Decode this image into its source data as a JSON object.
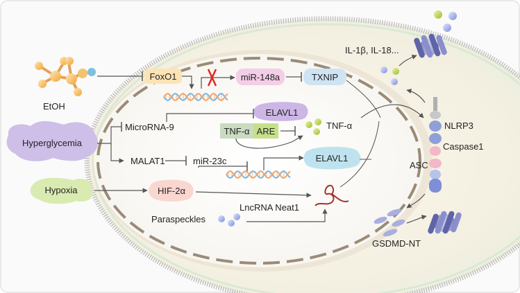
{
  "labels": {
    "etoh": "EtOH",
    "foxo1": "FoxO1",
    "mir148a": "miR-148a",
    "txnip": "TXNIP",
    "il": "IL-1β, IL-18...",
    "elavl1_top": "ELAVL1",
    "microrna9": "MicroRNA-9",
    "tnfa_gene": "TNF-α",
    "are": "ARE",
    "tnfa_protein": "TNF-α",
    "hyperglycemia": "Hyperglycemia",
    "malat1": "MALAT1",
    "mir23c": "miR-23c",
    "elavl1_bottom": "ELAVL1",
    "hypoxia": "Hypoxia",
    "hif2a": "HIF-2α",
    "lncrna": "LncRNA Neat1",
    "paraspeckles": "Paraspeckles",
    "nlrp3": "NLRP3",
    "caspase1": "Caspase1",
    "asc": "ASC",
    "gsdmd": "GSDMD-NT"
  },
  "colors": {
    "foxo1": "#fde3b4",
    "mir148a": "#f4cde6",
    "txnip": "#cfe4f3",
    "elavl1": "#cbb6e6",
    "elavl1_bottom": "#bfe3ee",
    "hif2a": "#f9d6cf",
    "hyperglycemia": "#cdbfe8",
    "hypoxia": "#d9ebb0",
    "tnf_gene": "#c9dbc0",
    "are": "#c6e08a",
    "inhibition_x": "#e8231f"
  }
}
